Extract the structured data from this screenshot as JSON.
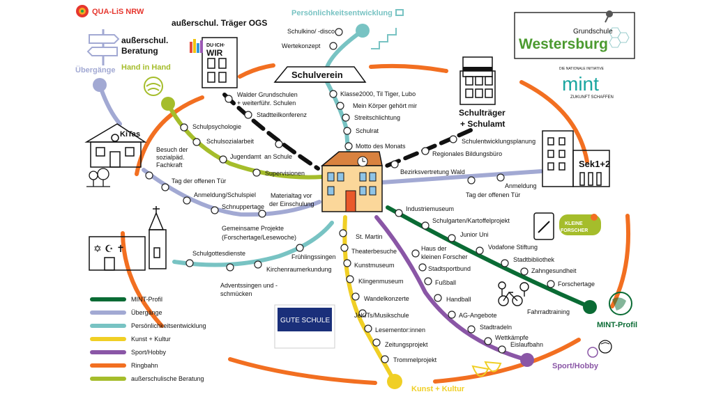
{
  "logos": {
    "qualis": "QUA-LiS NRW",
    "du_ich_wir_top": "DU·ICH·",
    "du_ich_wir_bottom": "WIR",
    "school_small": "Grundschule",
    "school_big": "Westersburg",
    "mint_top": "DIE NATIONALE INITIATIVE",
    "mint_big": "mint",
    "mint_bottom": "ZUKUNFT SCHAFFEN",
    "kleine_forscher_1": "KLEINE",
    "kleine_forscher_2": "FORSCHER",
    "gute_schule": "GUTE SCHULE"
  },
  "headers": {
    "ogs": "außerschul. Träger OGS",
    "beratung_1": "außerschul.",
    "beratung_2": "Beratung",
    "hand": "Hand in Hand",
    "uebergaenge": "Übergänge",
    "pe": "Persönlichkeitsentwicklung",
    "schulverein": "Schulverein",
    "schultraeger_1": "Schulträger",
    "schultraeger_2": "+ Schulamt",
    "kitas": "KiTas",
    "sek": "Sek1+2",
    "mint_profil": "MINT-Profil",
    "sport_hobby": "Sport/Hobby",
    "kunst_kultur": "Kunst + Kultur"
  },
  "stops": {
    "schulverein_line": [
      "Schulkino/ -disco",
      "Wertekonzept"
    ],
    "pe_line": [
      "Klasse2000, Til Tiger, Lubo",
      "Mein Körper gehört mir",
      "Streitschlichtung",
      "Schulrat",
      "Motto des Monats"
    ],
    "ogs_line": [
      "Walder Grundschulen",
      "+ weiterführ. Schulen",
      "Stadtteilkonferenz",
      "an Schule"
    ],
    "beratung_line": [
      "Schulpsychologie",
      "Schulsozialarbeit",
      "Jugendamt",
      "Supervisionen"
    ],
    "traeger_line": [
      "Schulentwicklungsplanung",
      "Regionales Bildungsbüro"
    ],
    "kita_line": [
      "Besuch der",
      "sozialpäd.",
      "Fachkraft",
      "Tag der offenen Tür",
      "Anmeldung/Schulspiel",
      "Schnuppertage",
      "Materialtag vor",
      "der Einschulung"
    ],
    "sek_line": [
      "Bezirksvertretung Wald",
      "Tag der offenen Tür",
      "Anmeldung"
    ],
    "church_line": [
      "Gemeinsame Projekte",
      "(Forschertage/Lesewoche)",
      "Schulgottesdienste",
      "Frühlingssingen",
      "Kirchenraumerkundung",
      "Adventssingen und -",
      "schmücken"
    ],
    "kunst_line": [
      "St. Martin",
      "Theaterbesuche",
      "Kunstmuseum",
      "Klingenmuseum",
      "Wandelkonzerte",
      "JeKiTs/Musikschule",
      "Lesementor:innen",
      "Zeitungsprojekt",
      "Trommelprojekt"
    ],
    "sport_line": [
      "Haus der",
      "kleinen Forscher",
      "Stadtsportbund",
      "Fußball",
      "Handball",
      "AG-Angebote",
      "Stadtradeln",
      "Wettkämpfe",
      "Eislaufbahn"
    ],
    "mint_line": [
      "Industriemuseum",
      "Schulgarten/Kartoffelprojekt",
      "Junior Uni",
      "Vodafone Stiftung",
      "Stadtbibliothek",
      "Zahngesundheit",
      "Forschertage",
      "Fahrradtraining"
    ]
  },
  "legend": [
    {
      "label": "MINT-Profil",
      "color": "#0a6b34"
    },
    {
      "label": "Übergänge",
      "color": "#a2a9d3"
    },
    {
      "label": "Persönlichkeitsentwicklung",
      "color": "#78c3c3"
    },
    {
      "label": "Kunst + Kultur",
      "color": "#f0cf25"
    },
    {
      "label": "Sport/Hobby",
      "color": "#8a56a6"
    },
    {
      "label": "Ringbahn",
      "color": "#f26f21"
    },
    {
      "label": "außerschulische Beratung",
      "color": "#a5bd2b"
    }
  ],
  "colors": {
    "mint": "#0a6b34",
    "uebergaenge": "#a2a9d3",
    "pe": "#78c3c3",
    "kunst": "#f0cf25",
    "sport": "#8a56a6",
    "ring": "#f26f21",
    "beratung": "#a5bd2b",
    "school_wall": "#fbd79a",
    "school_roof": "#d9823f"
  }
}
